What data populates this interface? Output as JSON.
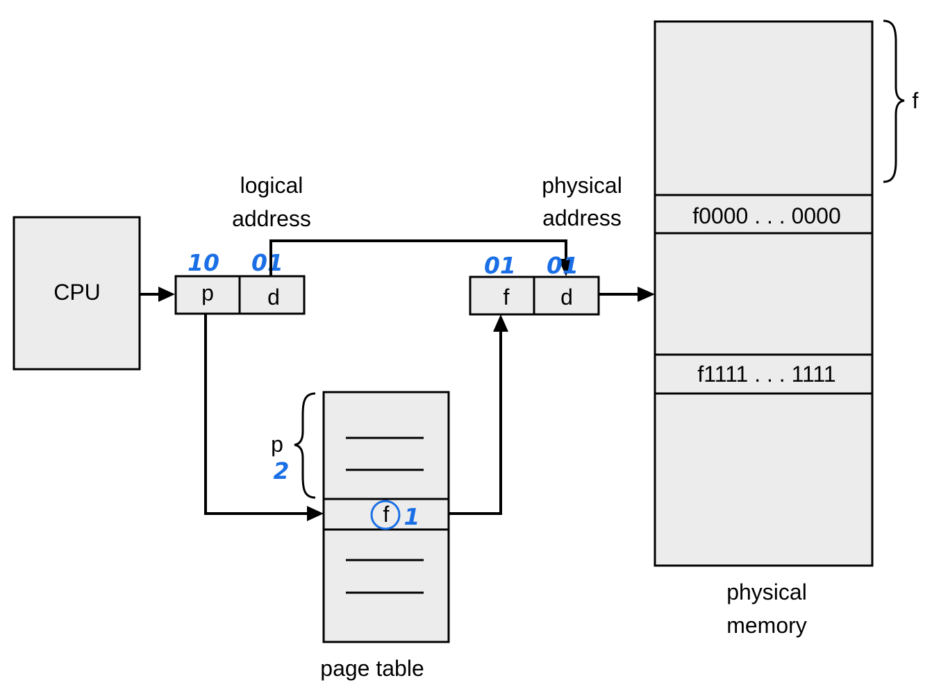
{
  "cpu": {
    "label": "CPU"
  },
  "logical_address": {
    "caption_line1": "logical",
    "caption_line2": "address",
    "p_label": "p",
    "d_label": "d",
    "p_note": "10",
    "d_note": "01"
  },
  "physical_address": {
    "caption_line1": "physical",
    "caption_line2": "address",
    "f_label": "f",
    "d_label": "d",
    "f_note": "01",
    "d_note": "01"
  },
  "page_table": {
    "caption": "page table",
    "brace_label": "p",
    "brace_note": "2",
    "entry_label": "f",
    "entry_note": "1"
  },
  "physical_memory": {
    "caption_line1": "physical",
    "caption_line2": "memory",
    "frame_start": "f0000 . . . 0000",
    "frame_end": "f1111 . . . 1111",
    "brace_label": "f"
  },
  "colors": {
    "annotation": "#1a6fe6",
    "box_fill": "#ececec"
  }
}
